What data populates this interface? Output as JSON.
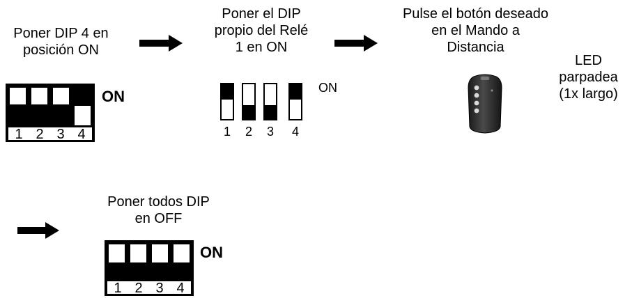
{
  "steps": {
    "step1": {
      "text": "Poner DIP 4 en\nposición ON"
    },
    "step2": {
      "text": "Poner el DIP\npropio del Relé\n1 en ON"
    },
    "step3": {
      "text": "Pulse el botón deseado\nen el Mando a\nDistancia"
    },
    "led": {
      "text": "LED\nparpadea\n(1x largo)"
    },
    "step4": {
      "text": "Poner todos DIP\nen OFF"
    }
  },
  "dip1": {
    "on_label": "ON",
    "numbers": [
      "1",
      "2",
      "3",
      "4"
    ],
    "switch_states": [
      "off",
      "off",
      "off",
      "on"
    ]
  },
  "dip2": {
    "on_label": "ON",
    "numbers": [
      "1",
      "2",
      "3",
      "4"
    ],
    "switch_states": [
      "on",
      "off",
      "off",
      "on"
    ]
  },
  "dip3": {
    "on_label": "ON",
    "numbers": [
      "1",
      "2",
      "3",
      "4"
    ],
    "switch_states": [
      "off",
      "off",
      "off",
      "off"
    ]
  },
  "colors": {
    "ink": "#000000",
    "remote_body": "#2b2b2b",
    "remote_buttons": "#d9d9d9"
  },
  "icons": {
    "arrow": "right-arrow-icon",
    "remote": "remote-control-icon"
  }
}
